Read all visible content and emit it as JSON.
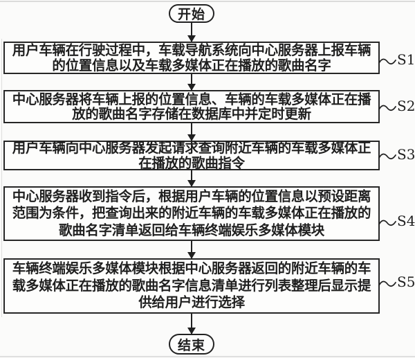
{
  "flow": {
    "start_label": "开始",
    "end_label": "结束",
    "steps": [
      {
        "id": "S1",
        "lines": [
          "用户车辆在行驶过程中，车载导航系统向中心服务器上报车辆",
          "的位置信息以及车载多媒体正在播放的歌曲名字"
        ]
      },
      {
        "id": "S2",
        "lines": [
          "中心服务器将车辆上报的位置信息、车辆的车载多媒体正在播",
          "放的歌曲名字存储在数据库中并定时更新"
        ]
      },
      {
        "id": "S3",
        "lines": [
          "用户车辆向中心服务器发起请求查询附近车辆的车载多媒体正",
          "在播放的歌曲指令"
        ]
      },
      {
        "id": "S4",
        "lines": [
          "中心服务器收到指令后，根据用户车辆的位置信息以预设距离",
          "范围为条件，把查询出来的附近车辆的车载多媒体正在播放的",
          "歌曲名字清单返回给车辆终端娱乐多媒体模块"
        ]
      },
      {
        "id": "S5",
        "lines": [
          "车辆终端娱乐多媒体模块根据中心服务器返回的附近车辆的车",
          "载多媒体正在播放的歌曲名字信息清单进行列表整理后显示提",
          "供给用户进行选择"
        ]
      }
    ],
    "colors": {
      "ink": "#1f1f1f",
      "line": "#222222",
      "background": "#fbfbfa"
    }
  }
}
